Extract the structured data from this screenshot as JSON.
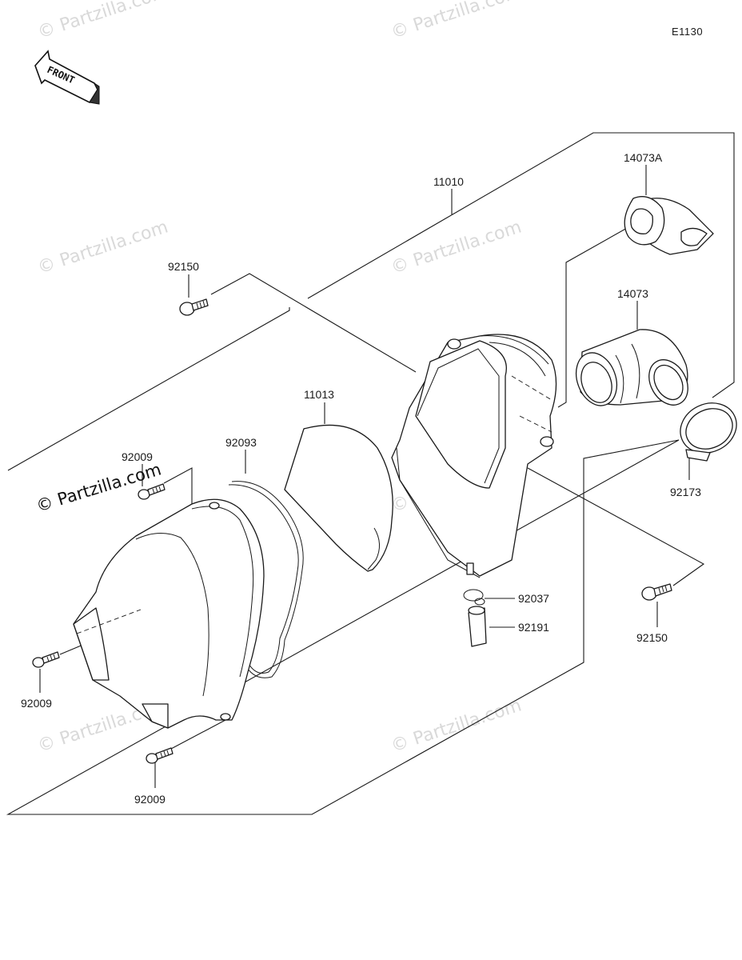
{
  "diagram_code": "E1130",
  "front_label": "FRONT",
  "watermark": "© Partzilla.com",
  "parts": {
    "air_cleaner_assembly": "11010",
    "duct_upper": "14073A",
    "duct_lower": "14073",
    "clamp": "92173",
    "bolt_right": "92150",
    "bolt_top": "92150",
    "element": "11013",
    "gasket": "92093",
    "screw_top": "92009",
    "screw_left": "92009",
    "screw_bottom": "92009",
    "clip": "92037",
    "drain_cap": "92191"
  }
}
